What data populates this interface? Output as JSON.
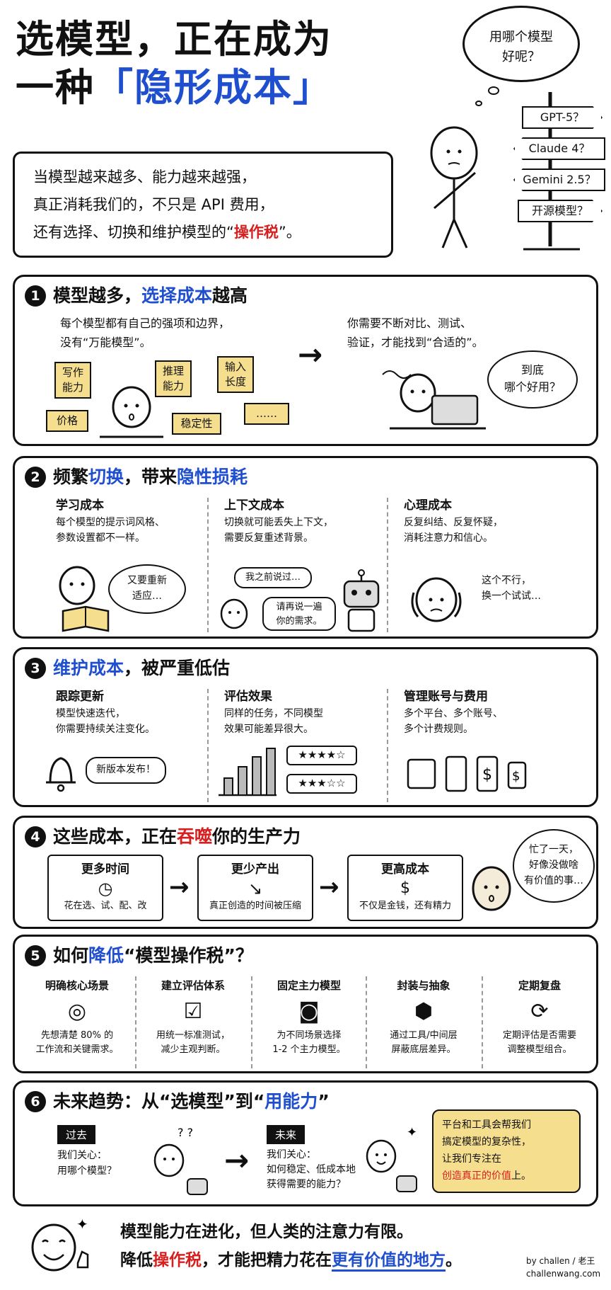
{
  "header": {
    "title_line1": "选模型，正在成为",
    "title_line2_prefix": "一种",
    "title_line2_highlight": "「隐形成本」",
    "thought_bubble": [
      "用哪个模型",
      "好呢？"
    ],
    "signs": [
      "GPT-5？",
      "Claude 4？",
      "Gemini 2.5？",
      "开源模型？"
    ],
    "intro": {
      "line1": "当模型越来越多、能力越来越强，",
      "line2": "真正消耗我们的，不只是 API 费用，",
      "line3_before": "还有选择、切换和维护模型的“",
      "line3_highlight": "操作税",
      "line3_after": "”。"
    }
  },
  "section1": {
    "num": "1",
    "title_a": "模型越多，",
    "title_b": "选择成本",
    "title_c": "越高",
    "left_text": [
      "每个模型都有自己的强项和边界，",
      "没有“万能模型”。"
    ],
    "notes": [
      "写作\n能力",
      "推理\n能力",
      "输入\n长度",
      "价格",
      "稳定性",
      "……"
    ],
    "right_text": [
      "你需要不断对比、测试、",
      "验证，才能找到“合适的”。"
    ],
    "bubble": [
      "到底",
      "哪个好用？"
    ]
  },
  "section2": {
    "num": "2",
    "title_a": "频繁",
    "title_b": "切换",
    "title_c": "，带来",
    "title_d": "隐性损耗",
    "cols": [
      {
        "head": "学习成本",
        "text": [
          "每个模型的提示词风格、",
          "参数设置都不一样。"
        ]
      },
      {
        "head": "上下文成本",
        "text": [
          "切换就可能丢失上下文，",
          "需要反复重述背景。"
        ]
      },
      {
        "head": "心理成本",
        "text": [
          "反复纠结、反复怀疑，",
          "消耗注意力和信心。"
        ]
      }
    ],
    "bubble1": [
      "又要重新",
      "适应…"
    ],
    "bubble2a": "我之前说过…",
    "bubble2b": [
      "请再说一遍",
      "你的需求。"
    ],
    "bubble3": [
      "这个不行，",
      "换一个试试…"
    ]
  },
  "section3": {
    "num": "3",
    "title_a": "维护成本",
    "title_b": "，被严重低估",
    "cols": [
      {
        "head": "跟踪更新",
        "text": [
          "模型快速迭代，",
          "你需要持续关注变化。"
        ]
      },
      {
        "head": "评估效果",
        "text": [
          "同样的任务，不同模型",
          "效果可能差异很大。"
        ]
      },
      {
        "head": "管理账号与费用",
        "text": [
          "多个平台、多个账号、",
          "多个计费规则。"
        ]
      }
    ],
    "bell_bubble": "新版本发布！",
    "stars": [
      "★★★★☆",
      "★★★☆☆"
    ]
  },
  "section4": {
    "num": "4",
    "title_a": "这些成本，正在",
    "title_b": "吞噬",
    "title_c": "你的生产力",
    "boxes": [
      {
        "head": "更多时间",
        "foot": "花在选、试、配、改"
      },
      {
        "head": "更少产出",
        "foot": "真正创造的时间被压缩"
      },
      {
        "head": "更高成本",
        "foot": "不仅是金钱，还有精力"
      }
    ],
    "bubble": [
      "忙了一天，",
      "好像没做啥",
      "有价值的事…"
    ]
  },
  "section5": {
    "num": "5",
    "title_a": "如何",
    "title_b": "降低",
    "title_c": "“模型操作税”？",
    "cols": [
      {
        "head": "明确核心场景",
        "icon": "target-icon",
        "text": [
          "先想清楚 80% 的",
          "工作流和关键需求。"
        ]
      },
      {
        "head": "建立评估体系",
        "icon": "checklist-icon",
        "text": [
          "用统一标准测试，",
          "减少主观判断。"
        ]
      },
      {
        "head": "固定主力模型",
        "icon": "robot-icon",
        "text": [
          "为不同场景选择",
          "1-2 个主力模型。"
        ]
      },
      {
        "head": "封装与抽象",
        "icon": "cube-icon",
        "text": [
          "通过工具/中间层",
          "屏蔽底层差异。"
        ]
      },
      {
        "head": "定期复盘",
        "icon": "refresh-icon",
        "text": [
          "定期评估是否需要",
          "调整模型组合。"
        ]
      }
    ]
  },
  "section6": {
    "num": "6",
    "title_a": "未来趋势：从“选模型”到“",
    "title_b": "用能力",
    "title_c": "”",
    "past_tag": "过去",
    "past_text": [
      "我们关心：",
      "用哪个模型？"
    ],
    "future_tag": "未来",
    "future_text": [
      "我们关心：",
      "如何稳定、低成本地",
      "获得需要的能力？"
    ],
    "note": {
      "line1": "平台和工具会帮我们",
      "line2": "搞定模型的复杂性，",
      "line3": "让我们专注在",
      "line4_highlight": "创造真正的价值",
      "line4_after": "上。"
    }
  },
  "footer": {
    "line1": "模型能力在进化，但人类的注意力有限。",
    "line2_a": "降低",
    "line2_b": "操作税",
    "line2_c": "，才能把精力花在",
    "line2_d": "更有价值的地方",
    "line2_e": "。",
    "byline": "by challen / 老王",
    "site": "challenwang.com"
  }
}
